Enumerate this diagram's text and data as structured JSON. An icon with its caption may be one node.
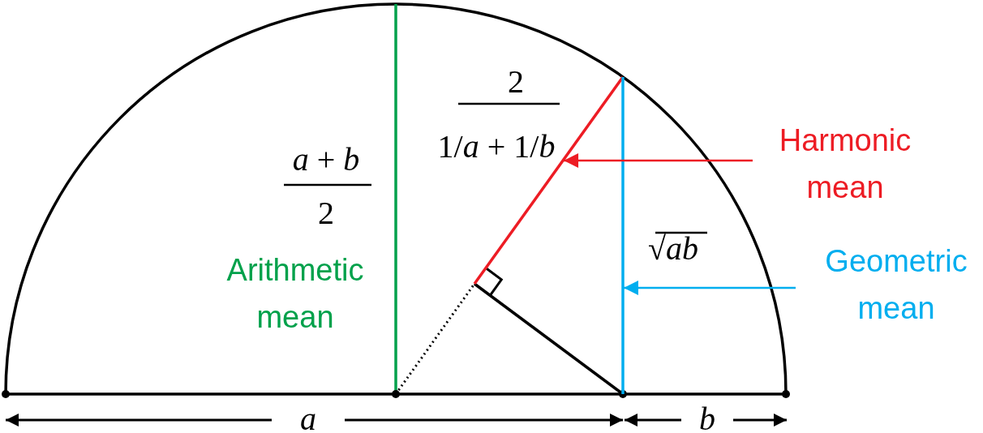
{
  "diagram": {
    "nodes": [
      {
        "text": [
          "Harmonic mean"
        ]
      },
      {
        "text": [],
        "shape": "line"
      },
      {
        "text": [
          "Geometric mean"
        ]
      },
      {
        "text": [],
        "shape": "line"
      }
    ],
    "edges": [
      {
        "from": 0,
        "to": 1,
        "arrow": "to",
        "color": "#ed1c24"
      },
      {
        "from": 2,
        "to": 3,
        "arrow": "to",
        "color": "#00aeef"
      }
    ],
    "labels": [
      "2",
      "1/*a* + 1/*b*",
      "*a* + *b*",
      "2",
      "Arithmetic mean",
      "√*ab*",
      "a",
      "b"
    ]
  }
}
